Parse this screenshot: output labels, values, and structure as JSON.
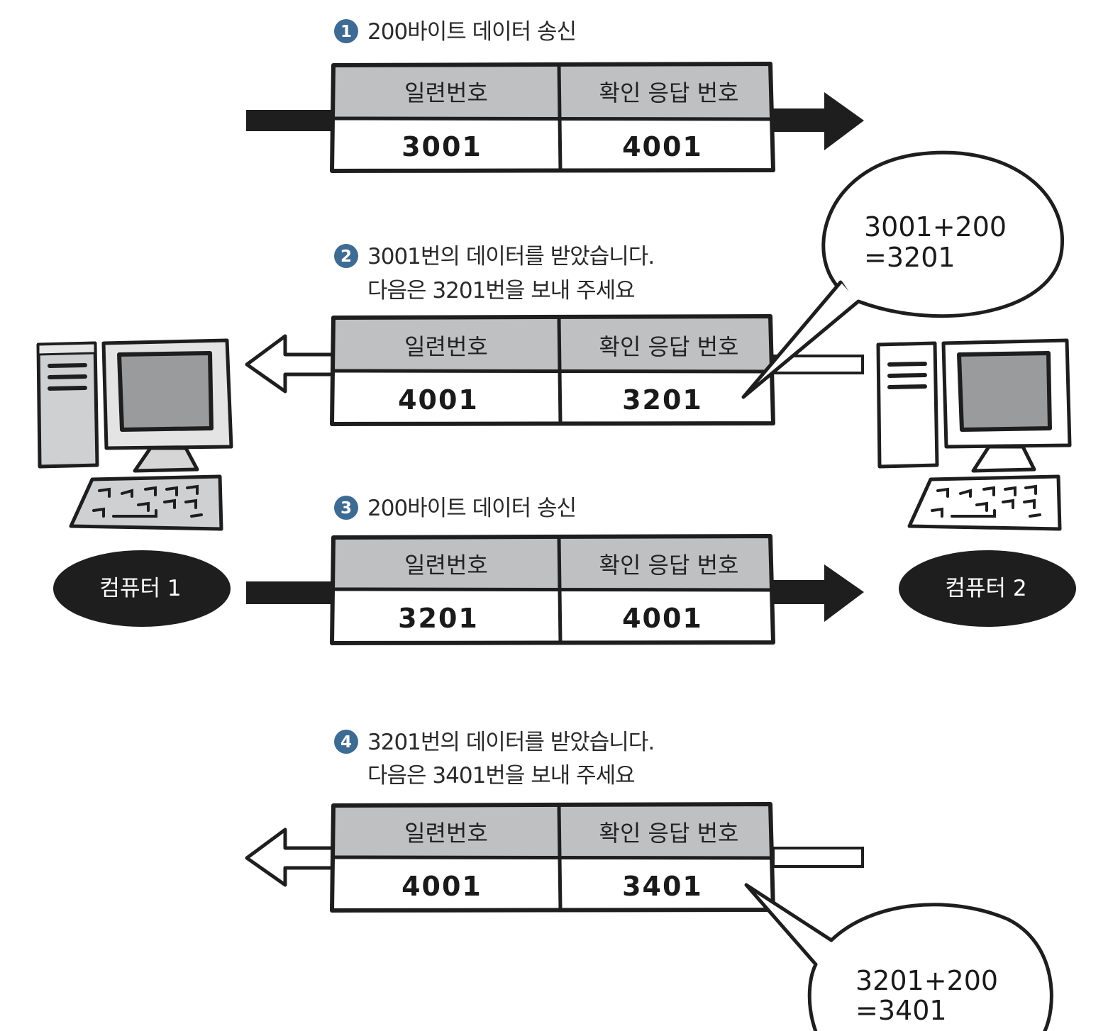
{
  "steps": [
    {
      "num": "1",
      "lines": [
        "200바이트 데이터 송신"
      ],
      "header_seq": "일련번호",
      "header_ack": "확인 응답 번호",
      "seq": "3001",
      "ack": "4001",
      "direction": "right"
    },
    {
      "num": "2",
      "lines": [
        "3001번의 데이터를 받았습니다.",
        "다음은 3201번을 보내 주세요"
      ],
      "header_seq": "일련번호",
      "header_ack": "확인 응답 번호",
      "seq": "4001",
      "ack": "3201",
      "direction": "left"
    },
    {
      "num": "3",
      "lines": [
        "200바이트 데이터 송신"
      ],
      "header_seq": "일련번호",
      "header_ack": "확인 응답 번호",
      "seq": "3201",
      "ack": "4001",
      "direction": "right"
    },
    {
      "num": "4",
      "lines": [
        "3201번의 데이터를 받았습니다.",
        "다음은 3401번을 보내 주세요"
      ],
      "header_seq": "일련번호",
      "header_ack": "확인 응답 번호",
      "seq": "4001",
      "ack": "3401",
      "direction": "left"
    }
  ],
  "bubbles": [
    {
      "line1": "3001+200",
      "line2": "=3201"
    },
    {
      "line1": "3201+200",
      "line2": "=3401"
    }
  ],
  "computers": [
    {
      "label": "컴퓨터 1",
      "icon": "desktop-computer-icon"
    },
    {
      "label": "컴퓨터 2",
      "icon": "desktop-computer-icon"
    }
  ],
  "colors": {
    "ink": "#1e1e1e",
    "header_fill": "#bfc0c2",
    "screen_fill": "#9a9b9d",
    "body_fill": "#cfd0d2",
    "badge_blue": "#3d6b94",
    "label_fill": "#1e1e1e"
  }
}
